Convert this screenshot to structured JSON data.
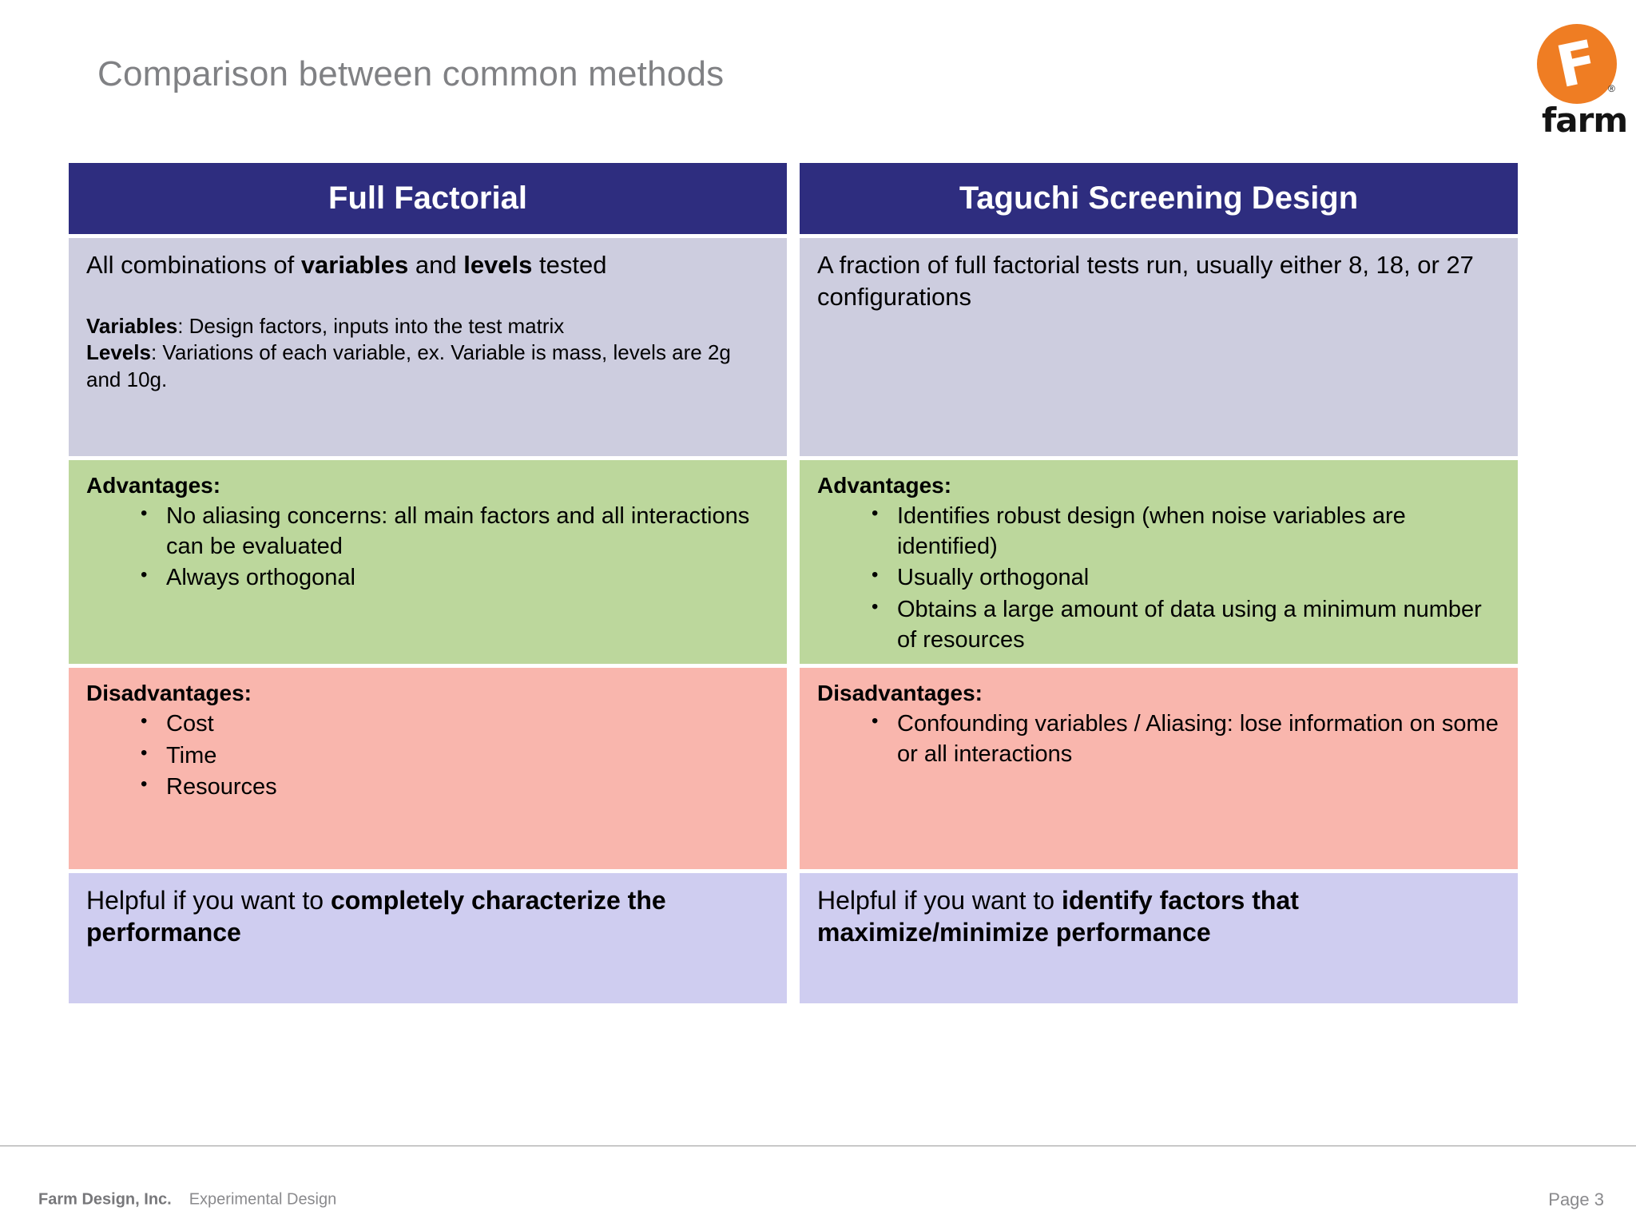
{
  "slide": {
    "title": "Comparison between common methods"
  },
  "logo": {
    "mark_letter": "F",
    "registered_mark": "®",
    "wordmark": "farm",
    "brand_color": "#ef7d23"
  },
  "table": {
    "columns": [
      {
        "header": "Full Factorial"
      },
      {
        "header": "Taguchi Screening Design"
      }
    ],
    "header_bg": "#2e2d7f",
    "rows": [
      {
        "kind": "description",
        "bg": "#cdcddf",
        "left": {
          "lead_parts": [
            {
              "text": "All combinations of ",
              "bold": false
            },
            {
              "text": "variables",
              "bold": true
            },
            {
              "text": " and ",
              "bold": false
            },
            {
              "text": "levels",
              "bold": true
            },
            {
              "text": " tested",
              "bold": false
            }
          ],
          "lead_plain": "All combinations of variables and levels tested",
          "sub_lines": [
            {
              "term": "Variables",
              "rest": ": Design factors, inputs into the test matrix"
            },
            {
              "term": "Levels",
              "rest": ": Variations of each variable, ex. Variable is mass, levels are 2g and 10g."
            }
          ]
        },
        "right": {
          "lead_plain": "A fraction of full factorial tests run, usually either 8, 18, or 27 configurations"
        }
      },
      {
        "kind": "advantages",
        "bg": "#bcd79c",
        "left": {
          "title": "Advantages:",
          "bullets": [
            "No aliasing concerns: all main factors and all interactions can be evaluated",
            "Always orthogonal"
          ]
        },
        "right": {
          "title": "Advantages:",
          "bullets": [
            "Identifies robust design (when noise variables are identified)",
            "Usually orthogonal",
            "Obtains a large amount of data using a minimum number of resources"
          ]
        }
      },
      {
        "kind": "disadvantages",
        "bg": "#f9b6ad",
        "left": {
          "title": "Disadvantages:",
          "bullets": [
            "Cost",
            "Time",
            "Resources"
          ]
        },
        "right": {
          "title": "Disadvantages:",
          "bullets": [
            "Confounding variables / Aliasing: lose information on some or all interactions"
          ]
        }
      },
      {
        "kind": "helpful",
        "bg": "#cfcdf0",
        "left": {
          "prefix": "Helpful if you want to ",
          "emphasis": "completely characterize the performance"
        },
        "right": {
          "prefix": "Helpful if you want to ",
          "emphasis": "identify factors that maximize/minimize performance"
        }
      }
    ]
  },
  "footer": {
    "company": "Farm Design, Inc.",
    "document": "Experimental Design",
    "page": "Page 3"
  }
}
